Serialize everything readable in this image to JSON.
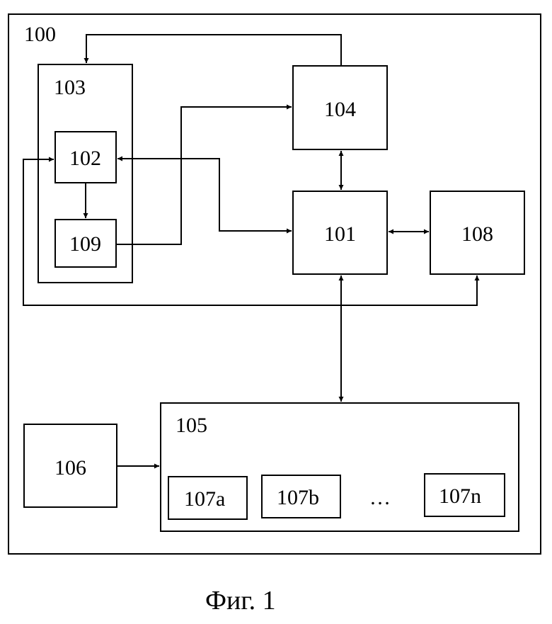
{
  "diagram": {
    "system_label": "100",
    "blocks": {
      "b103": "103",
      "b102": "102",
      "b109": "109",
      "b104": "104",
      "b101": "101",
      "b108": "108",
      "b105": "105",
      "b106": "106",
      "b107a": "107a",
      "b107b": "107b",
      "b107n": "107n"
    },
    "ellipsis": "…",
    "caption": "Фиг. 1"
  }
}
